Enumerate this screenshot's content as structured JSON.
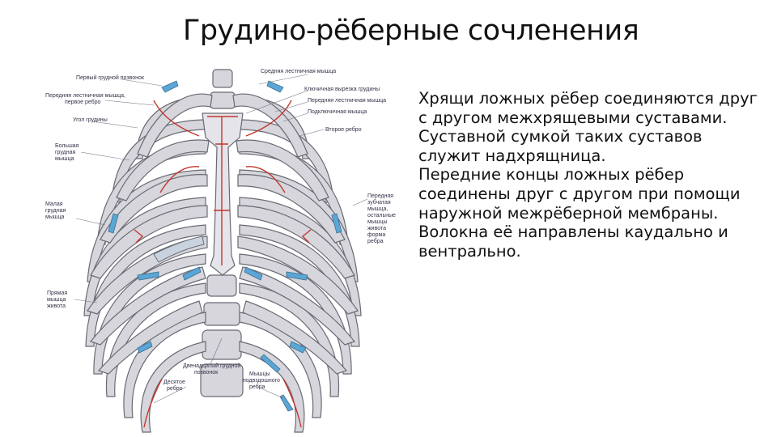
{
  "slide": {
    "title": "Грудино-рёберные сочленения",
    "paragraphs": [
      "Хрящи ложных рёбер соединяются друг с другом межхрящевыми суставами.",
      "Суставной сумкой таких суставов служит надхрящница.",
      "Передние концы ложных рёбер соединены друг с другом при помощи наружной межрёберной мембраны. Волокна её направлены каудально и вентрально."
    ]
  },
  "figure": {
    "labels": {
      "l1": "Первый грудной позвонок",
      "l2": "Передняя лестничная мышца,",
      "l2b": "первое ребро",
      "l3": "Угол грудины",
      "l4a": "Большая",
      "l4b": "грудная",
      "l4c": "мышца",
      "l5a": "Малая",
      "l5b": "грудная",
      "l5c": "мышца",
      "l6a": "Прямая",
      "l6b": "мышца",
      "l6c": "живота",
      "r1": "Средняя лестничная мышца",
      "r2": "Ключичная вырезка грудины",
      "r3": "Передняя лестничная мышца",
      "r4": "Подключичная мышца",
      "r5": "Второе ребро",
      "r6a": "Передняя",
      "r6b": "зубчатая",
      "r6c": "мышца,",
      "r6d": "остальные",
      "r6e": "мышцы",
      "r6f": "живота",
      "r6g": "форма",
      "r6h": "ребра",
      "b1a": "Двенадцатый грудной",
      "b1b": "позвонок",
      "b2a": "Десятое",
      "b2b": "ребро",
      "b3a": "Мышцы",
      "b3b": "подвздошного",
      "b3c": "ребра"
    }
  }
}
